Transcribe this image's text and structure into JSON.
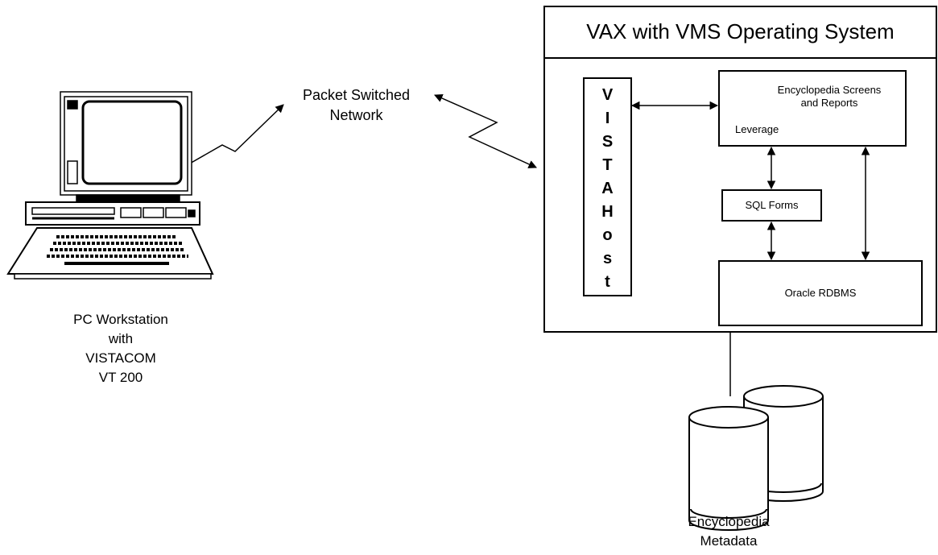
{
  "system": {
    "title": "VAX with VMS Operating System",
    "vista_host_letters": [
      "V",
      "I",
      "S",
      "T",
      "A",
      "H",
      "o",
      "s",
      "t"
    ],
    "encyclopedia_screens_line1": "Encyclopedia Screens",
    "encyclopedia_screens_line2": "and Reports",
    "leverage_label": "Leverage",
    "sql_forms_label": "SQL Forms",
    "oracle_label": "Oracle RDBMS"
  },
  "network": {
    "line1": "Packet Switched",
    "line2": "Network"
  },
  "workstation": {
    "line1": "PC Workstation",
    "line2": "with",
    "line3": "VISTACOM",
    "line4": "VT 200"
  },
  "database": {
    "line1": "Encyclopedia",
    "line2": "Metadata"
  }
}
